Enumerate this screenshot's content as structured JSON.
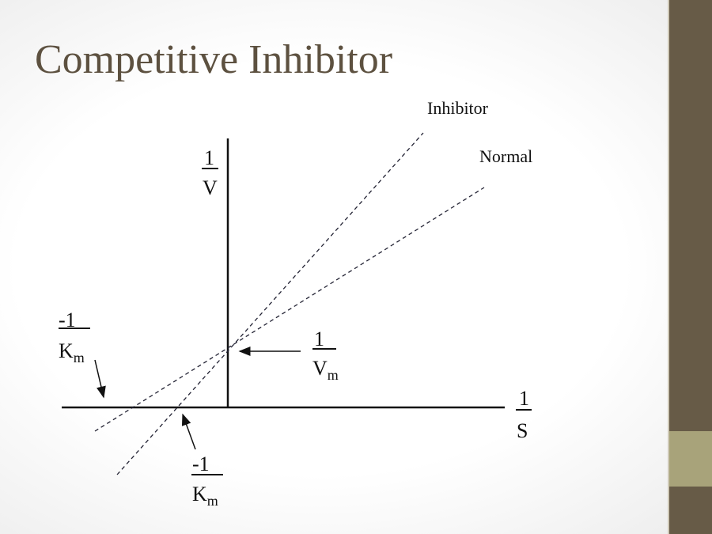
{
  "slide": {
    "title": "Competitive Inhibitor",
    "colors": {
      "title": "#5d5140",
      "sidebar": "#675b47",
      "sidebar_accent": "#a8a37a"
    }
  },
  "diagram": {
    "y_axis_label": {
      "num": "1",
      "den": "V"
    },
    "x_axis_label": {
      "num": "1",
      "den": "S"
    },
    "lines": [
      {
        "name": "Inhibitor",
        "style": "dashed"
      },
      {
        "name": "Normal",
        "style": "dashed"
      }
    ],
    "annotations": {
      "vmax": {
        "num": "1",
        "den": "V",
        "sub": "m"
      },
      "km_normal": {
        "num": "-1",
        "den": "K",
        "sub": "m"
      },
      "km_inhibitor": {
        "num": "-1",
        "den": "K",
        "sub": "m"
      }
    }
  }
}
